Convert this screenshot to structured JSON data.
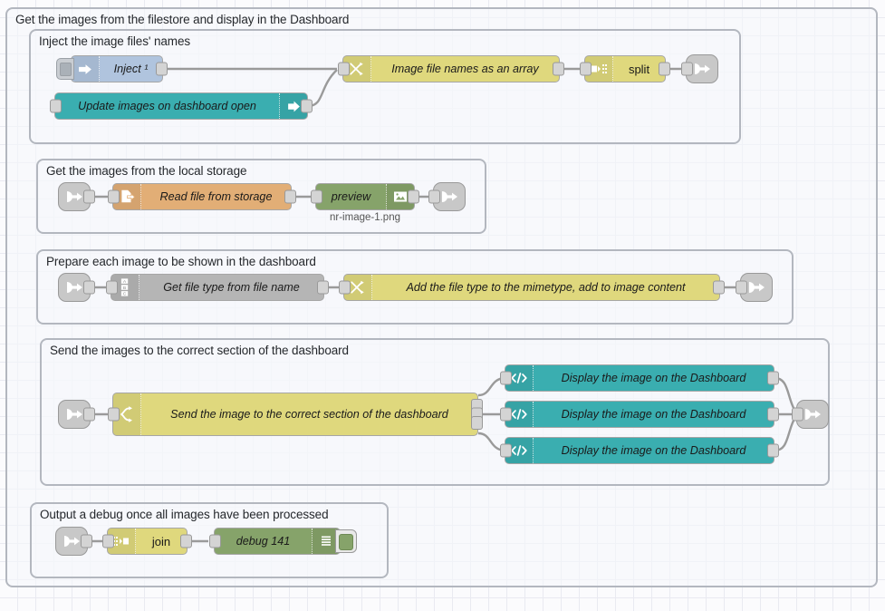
{
  "app": {
    "name": "Node-RED flow editor canvas",
    "title": "Get the images from the filestore and display in the Dashboard"
  },
  "colors": {
    "canvas_bg": "#fbfbfd",
    "grid_line": "#e9eaf1",
    "group_border": "#b3b7bf",
    "wire": "#9a9a9a",
    "node_yellow": "#dfd87d",
    "node_teal": "#3aaeb0",
    "node_green": "#86a36a",
    "node_grey": "#b5b5b5",
    "node_orange": "#e2ae76",
    "node_blue": "#b0c4de",
    "port": "#d4d4d4"
  },
  "groups": [
    {
      "id": "outer",
      "label": "Get the images from the filestore and display in the Dashboard"
    },
    {
      "id": "g1",
      "label": "Inject the image files' names"
    },
    {
      "id": "g2",
      "label": "Get the images from the local storage"
    },
    {
      "id": "g3",
      "label": "Prepare each image to be shown in the dashboard"
    },
    {
      "id": "g4",
      "label": "Send the images to the correct section of the dashboard"
    },
    {
      "id": "g5",
      "label": "Output a debug once all images have been processed"
    }
  ],
  "nodes": {
    "inject": {
      "label": "Inject ¹",
      "icon": "inject-arrow-icon",
      "type": "inject"
    },
    "update_images": {
      "label": "Update images on dashboard open",
      "icon": "link-out-arrow-icon",
      "type": "ui-control"
    },
    "image_file_names": {
      "label": "Image file names as an array",
      "icon": "change-crossed-arrows-icon",
      "type": "change"
    },
    "split": {
      "label": "split",
      "icon": "split-icon",
      "type": "split"
    },
    "link_out_1": {
      "icon": "link-out-icon",
      "type": "link out"
    },
    "link_in_1": {
      "icon": "link-in-icon",
      "type": "link in"
    },
    "read_file": {
      "label": "Read file from storage",
      "icon": "file-read-icon",
      "type": "file in"
    },
    "preview": {
      "label": "preview",
      "icon": "image-preview-icon",
      "type": "image",
      "sublabel": "nr-image-1.png"
    },
    "link_out_2": {
      "icon": "link-out-icon",
      "type": "link out"
    },
    "link_in_2": {
      "icon": "link-in-icon",
      "type": "link in"
    },
    "get_file_type": {
      "label": "Get file type from file name",
      "icon": "change-abc-icon",
      "type": "change"
    },
    "add_mimetype": {
      "label": "Add the file type to the mimetype, add to image content",
      "icon": "change-crossed-arrows-icon",
      "type": "change"
    },
    "link_out_3": {
      "icon": "link-out-icon",
      "type": "link out"
    },
    "link_in_3": {
      "icon": "link-in-icon",
      "type": "link in"
    },
    "send_to_section": {
      "label": "Send the image to the correct section of the dashboard",
      "icon": "switch-branch-icon",
      "type": "switch"
    },
    "display_1": {
      "label": "Display the image on the Dashboard",
      "icon": "template-code-icon",
      "type": "ui-template"
    },
    "display_2": {
      "label": "Display the image on the Dashboard",
      "icon": "template-code-icon",
      "type": "ui-template"
    },
    "display_3": {
      "label": "Display the image on the Dashboard",
      "icon": "template-code-icon",
      "type": "ui-template"
    },
    "link_out_4": {
      "icon": "link-out-icon",
      "type": "link out"
    },
    "link_in_4": {
      "icon": "link-in-icon",
      "type": "link in"
    },
    "join": {
      "label": "join",
      "icon": "join-icon",
      "type": "join"
    },
    "debug": {
      "label": "debug 141",
      "icon": "debug-list-icon",
      "type": "debug"
    }
  }
}
